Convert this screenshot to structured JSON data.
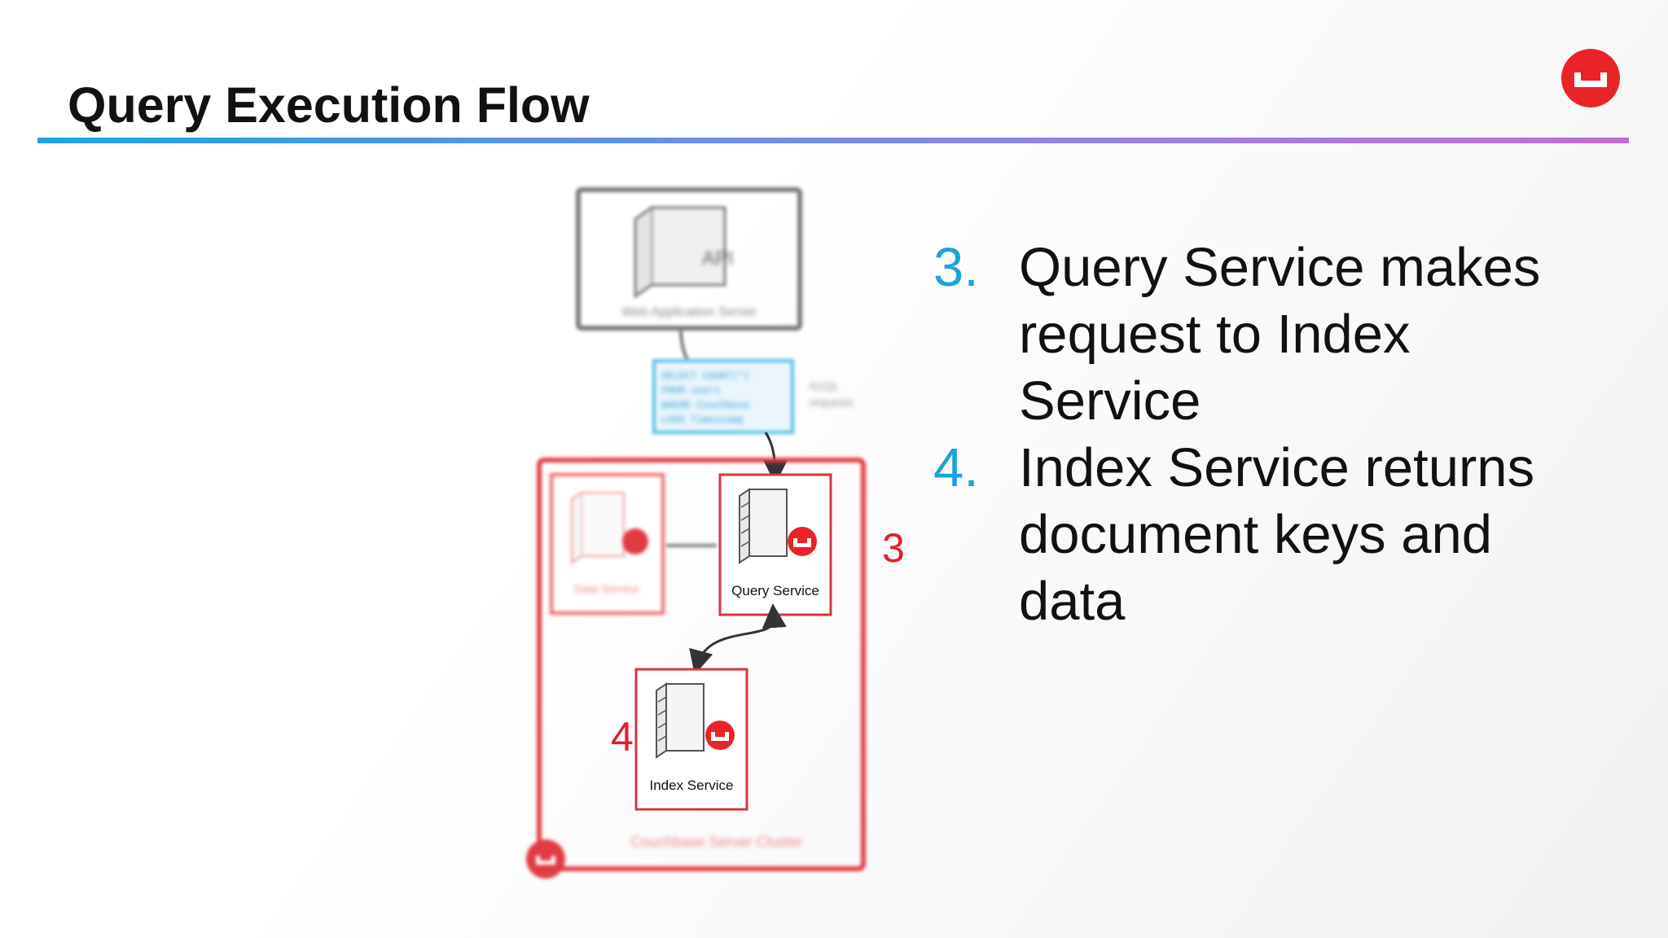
{
  "slide": {
    "title": "Query Execution Flow",
    "colors": {
      "brand_red": "#ea2328",
      "accent_blue": "#1aa3d8",
      "rule_gradient": [
        "#1aa3e8",
        "#bf6ad9"
      ]
    }
  },
  "diagram": {
    "web_server_label": "Web Application Server",
    "web_server_icon_text": "API",
    "query_code_lines": [
      "SELECT COUNT(*)",
      "FROM users",
      "WHERE Couchbase",
      "LOGS Timestamp"
    ],
    "requests_label": [
      "N1QL",
      "requests"
    ],
    "data_service_label": "Data Service",
    "query_service_label": "Query Service",
    "index_service_label": "Index Service",
    "cluster_label": "Couchbase Server Cluster"
  },
  "callouts": {
    "query": "3",
    "index": "4"
  },
  "steps": [
    {
      "number": "3.",
      "lines": [
        "Query Service makes",
        "request to Index",
        "Service"
      ]
    },
    {
      "number": "4.",
      "lines": [
        "Index Service returns",
        "document keys and",
        "data"
      ]
    }
  ]
}
